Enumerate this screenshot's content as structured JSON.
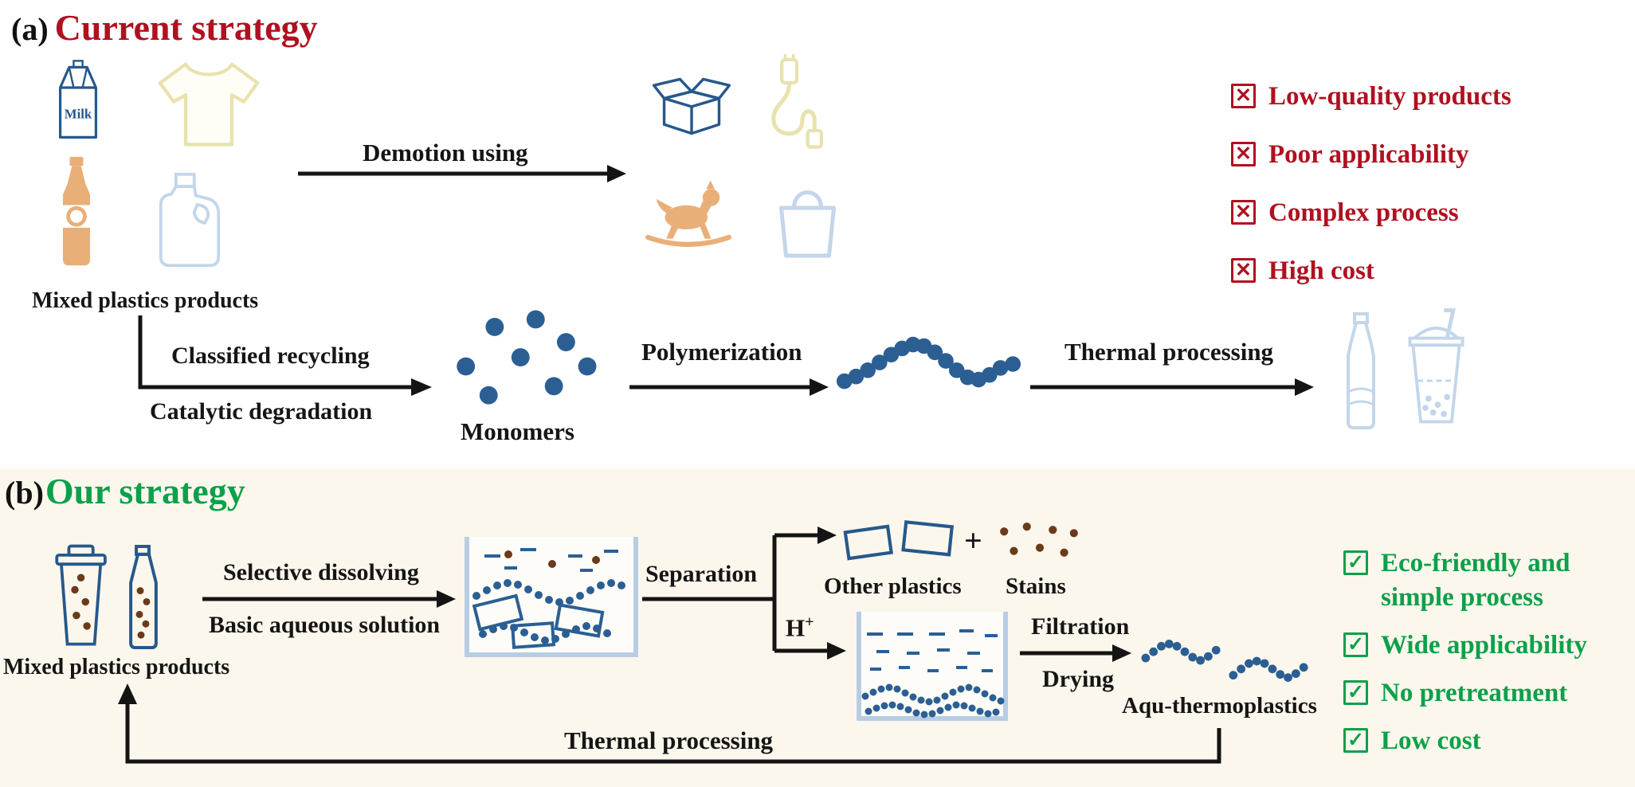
{
  "colors": {
    "accent_red": "#b01020",
    "accent_green": "#0ca04a",
    "navy": "#26588c",
    "dot_navy": "#2b5f94",
    "tan": "#e9af78",
    "pale_yellow": "#e8e3ae",
    "pale_blue": "#c3d6ea",
    "stain_brown": "#6b3a1a",
    "panel_b_background": "#fcf7ec"
  },
  "icons_text": {
    "milk": "Milk",
    "cross": "✕",
    "check": "✓"
  },
  "panel_a": {
    "label": "(a)",
    "title": "Current strategy",
    "mixed_products": "Mixed plastics products",
    "demotion_arrow_label": "Demotion using",
    "classified_recycling": "Classified recycling",
    "catalytic_degradation": "Catalytic degradation",
    "monomers": "Monomers",
    "polymerization": "Polymerization",
    "thermal_processing": "Thermal processing",
    "issues": [
      "Low-quality products",
      "Poor applicability",
      "Complex process",
      "High cost"
    ]
  },
  "panel_b": {
    "label": "(b)",
    "title": "Our strategy",
    "mixed_products": "Mixed plastics products",
    "selective_dissolving": "Selective dissolving",
    "basic_aqueous_solution": "Basic aqueous solution",
    "separation": "Separation",
    "other_plastics": "Other plastics",
    "plus": "+",
    "stains": "Stains",
    "acid": "H",
    "acid_sup": "+",
    "filtration": "Filtration",
    "drying": "Drying",
    "aqu_thermoplastics": "Aqu-thermoplastics",
    "thermal_processing": "Thermal processing",
    "benefits": [
      "Eco-friendly and simple process",
      "Wide applicability",
      "No pretreatment",
      "Low cost"
    ]
  }
}
